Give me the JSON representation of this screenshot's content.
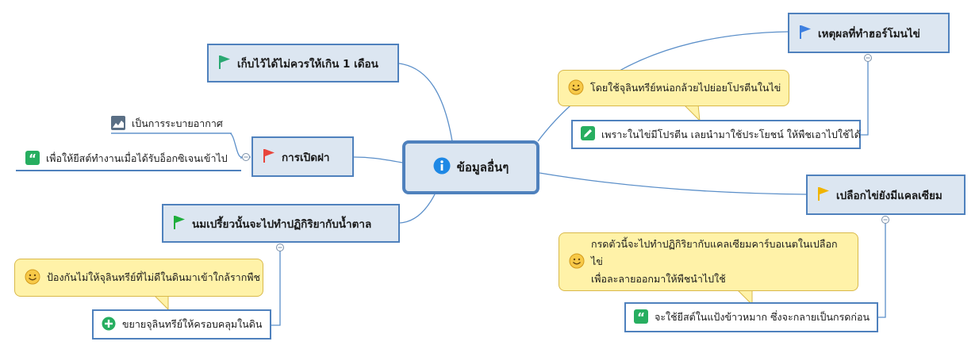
{
  "central": {
    "label": "ข้อมูลอื่นๆ",
    "icon": "info-icon"
  },
  "left": {
    "keep": {
      "label": "เก็บไว้ได้ไม่ควรให้เกิน 1 เดือน",
      "icon": "flag-icon",
      "color": "#2aa872"
    },
    "opening": {
      "label": "การเปิดฝา",
      "icon": "flag-icon",
      "color": "#e8453c",
      "children": [
        {
          "label": "เป็นการระบายอากาศ",
          "icon": "chart-icon"
        },
        {
          "label": "เพื่อให้ยีสต์ทำงานเมื่อได้รับอ็อกซิเจนเข้าไป",
          "icon": "quote-icon"
        }
      ]
    },
    "ferment": {
      "label": "นมเปรี้ยวนั้นจะไปทำปฏิกิริยากับน้ำตาล",
      "icon": "flag-icon",
      "color": "#1fae3c",
      "callout": {
        "label": "ป้องกันไม่ให้จุลินทรีย์ที่ไม่ดีในดินมาเข้าใกล้รากพืช",
        "icon": "smiley-icon"
      },
      "child": {
        "label": "ขยายจุลินทรีย์ให้ครอบคลุมในดิน",
        "icon": "plus-icon"
      }
    }
  },
  "right": {
    "hormone": {
      "label": "เหตุผลที่ทำฮอร์โมนไข่",
      "icon": "flag-icon",
      "color": "#3d7fe0",
      "callout": {
        "label": "โดยใช้จุลินทรีย์หน่อกล้วยไปย่อยโปรตีนในไข่",
        "icon": "smiley-icon"
      },
      "child": {
        "label": "เพราะในไข่มีโปรตีน เลยนำมาใช้ประโยชน์ ให้พืชเอาไปใช้ได้",
        "icon": "pencil-icon"
      }
    },
    "shell": {
      "label": "เปลือกไข่ยังมีแคลเซียม",
      "icon": "flag-icon",
      "color": "#f0b400",
      "callout": {
        "line1": "กรดตัวนี้จะไปทำปฏิกิริยากับแคลเซียมคาร์บอเนตในเปลือกไข่",
        "line2": "เพื่อละลายออกมาให้พืชนำไปใช้",
        "icon": "smiley-icon"
      },
      "child": {
        "label": "จะใช้ยีสต์ในแป้งข้าวหมาก ซึ่งจะกลายเป็นกรดก่อน",
        "icon": "quote-icon"
      }
    }
  },
  "colors": {
    "line": "#5b8fc9",
    "border": "#4f81bd",
    "callout_fill": "#fff2a8",
    "topic_fill": "#dce6f1"
  }
}
